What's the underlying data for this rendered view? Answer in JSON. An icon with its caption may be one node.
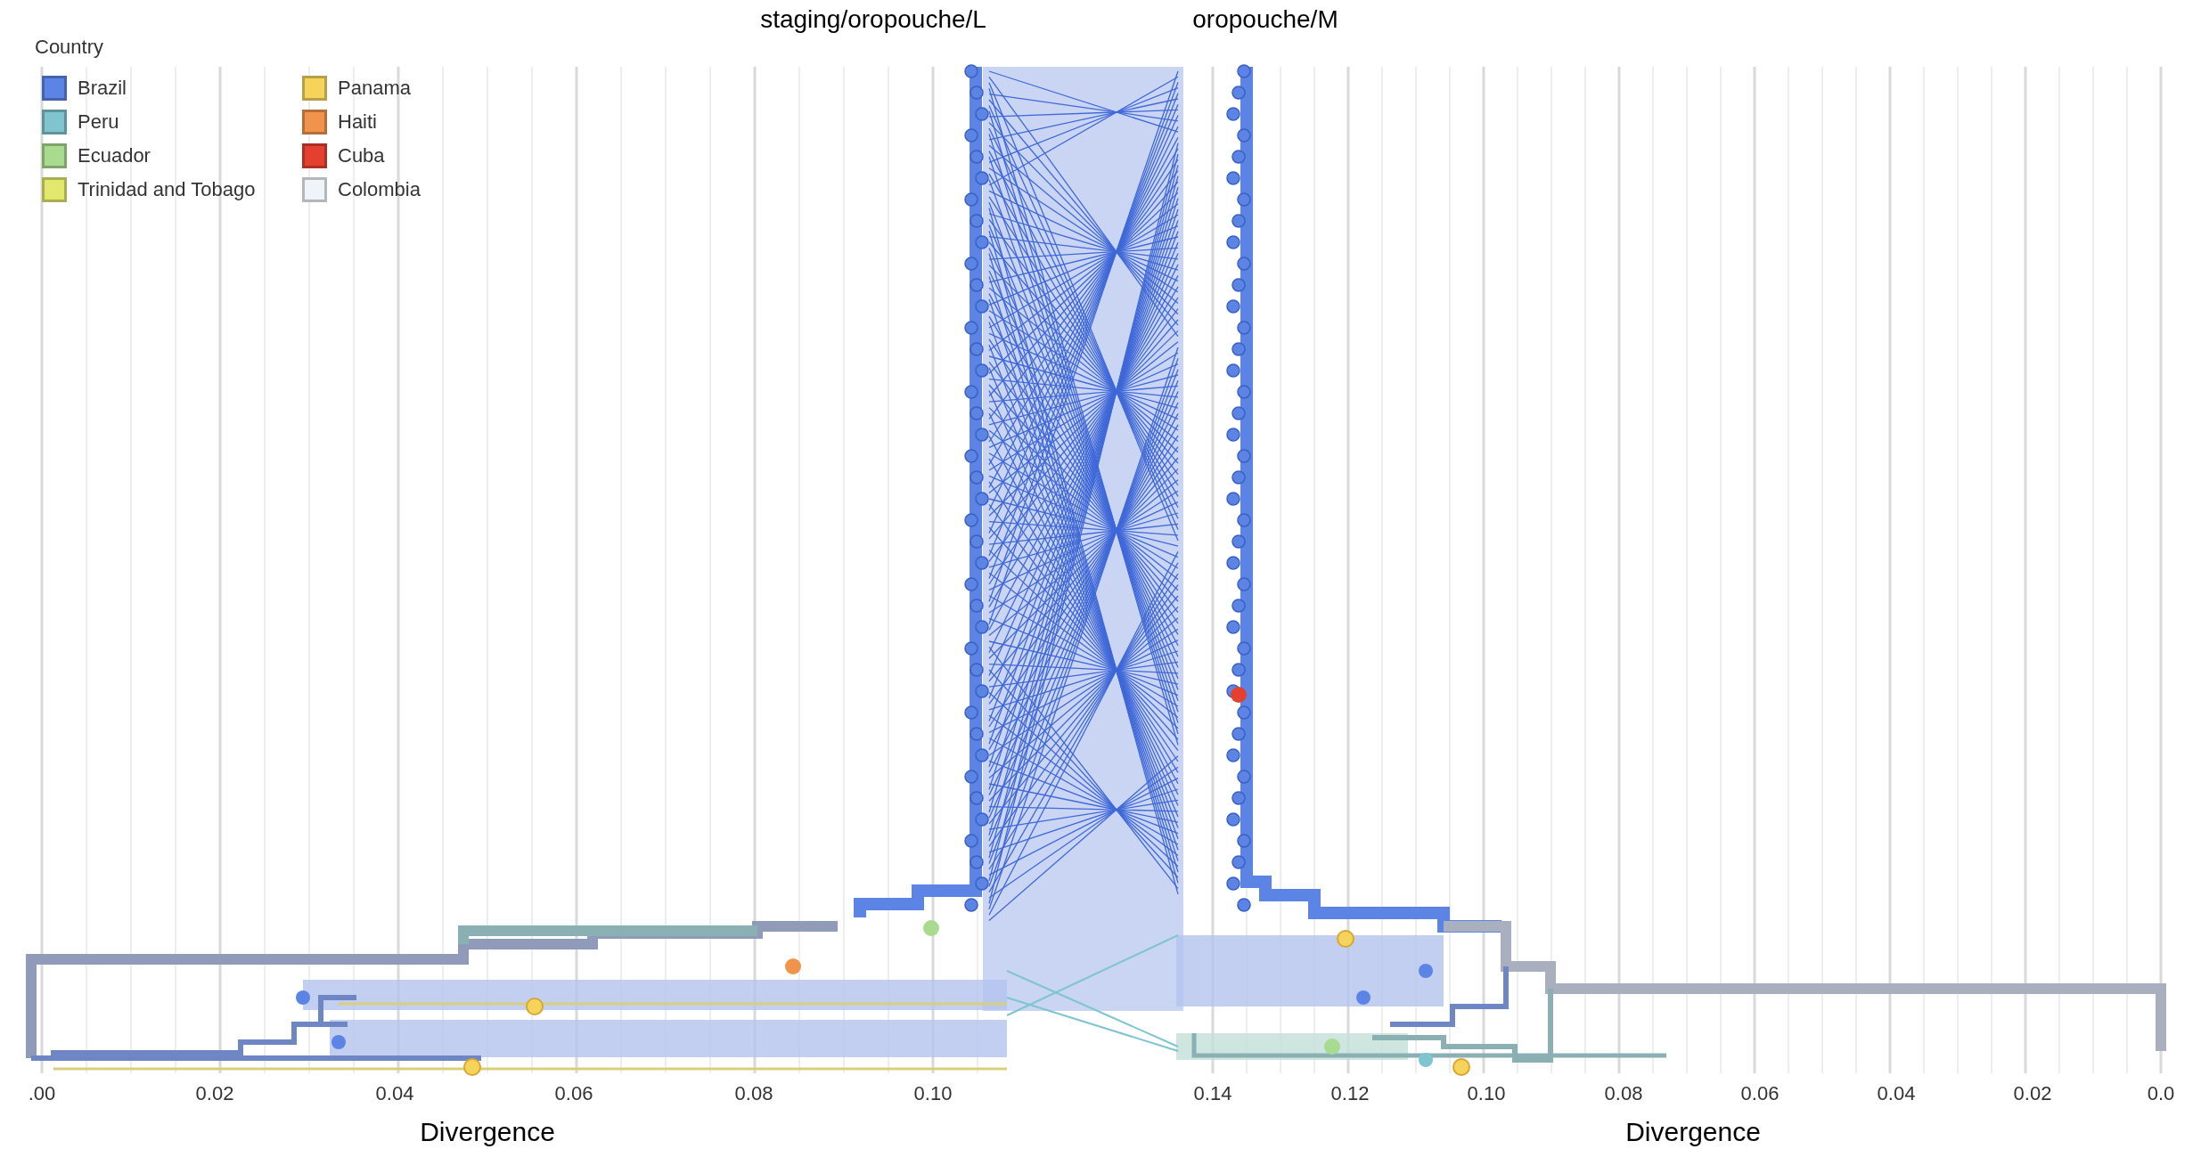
{
  "diagram": {
    "labels": [
      "staging/oropouche/L",
      "oropouche/M",
      "Country",
      ".00",
      "0.02",
      "0.04",
      "0.06",
      "0.08",
      "0.10",
      "Divergence",
      "0.14",
      "0.12",
      "0.10",
      "0.08",
      "0.06",
      "0.04",
      "0.02",
      "0.0",
      "Divergence"
    ],
    "legend": [
      {
        "text": "Brazil",
        "color": "#5b84e4"
      },
      {
        "text": "Peru",
        "color": "#7fc4cf"
      },
      {
        "text": "Ecuador",
        "color": "#a8da8f"
      },
      {
        "text": "Trinidad and Tobago",
        "color": "#e2e86b"
      },
      {
        "text": "Panama",
        "color": "#f6d45c"
      },
      {
        "text": "Haiti",
        "color": "#f0934b"
      },
      {
        "text": "Cuba",
        "color": "#e4402f"
      },
      {
        "text": "Colombia",
        "color": "#eef4f7"
      }
    ]
  }
}
